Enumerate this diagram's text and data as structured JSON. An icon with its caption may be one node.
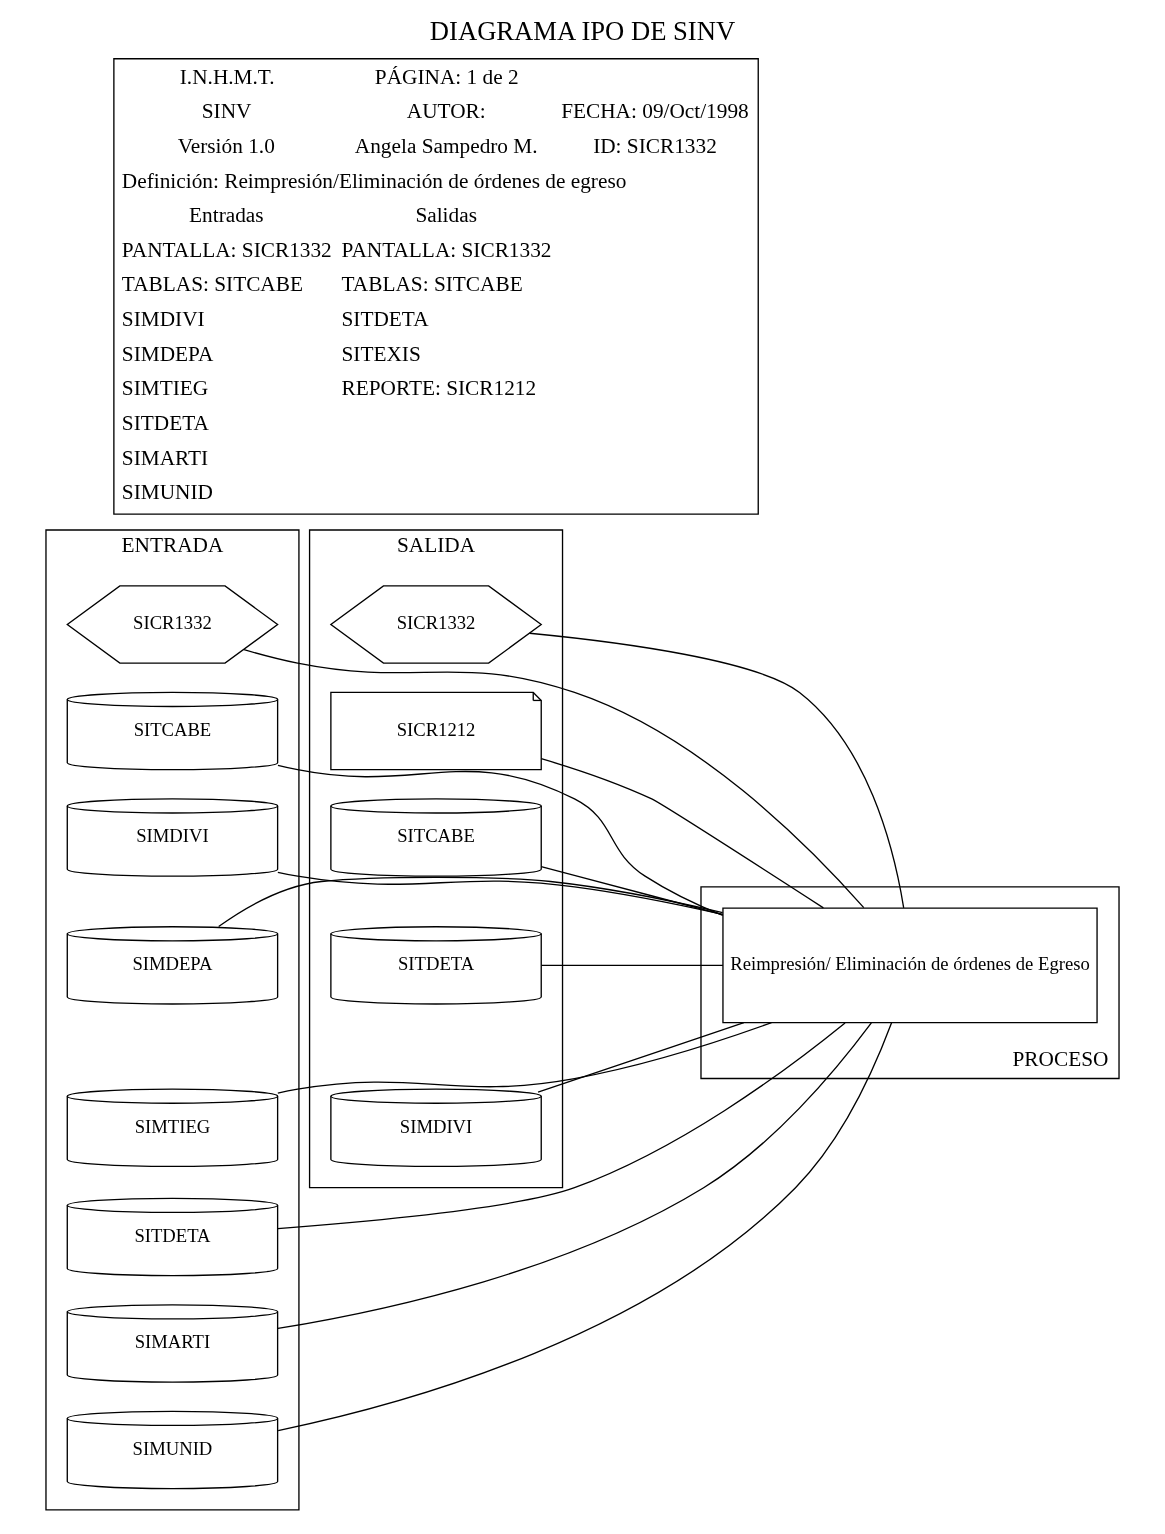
{
  "diagram": {
    "title": "DIAGRAMA IPO DE SINV",
    "nodes": [
      {
        "text": [
          "ENTRADA"
        ]
      },
      {
        "text": [
          "PROCESO"
        ]
      },
      {
        "text": [
          "SALIDA"
        ]
      },
      {
        "text": [
          "SICR1332"
        ],
        "in": 0
      },
      {
        "text": [
          "SITCABE"
        ],
        "in": 0
      },
      {
        "text": [
          "SIMDIVI"
        ],
        "in": 0
      },
      {
        "text": [
          "SIMDEPA"
        ],
        "in": 0
      },
      {
        "text": [
          "SIMTIEG"
        ],
        "in": 0
      },
      {
        "text": [
          "SITDETA"
        ],
        "in": 0
      },
      {
        "text": [
          "SIMARTI"
        ],
        "in": 0
      },
      {
        "text": [
          "SIMUNID"
        ],
        "in": 0
      },
      {
        "text": [
          "Reimpresión/ Eliminación de órdenes de Egreso"
        ],
        "in": 1
      },
      {
        "text": [
          "SICR1332"
        ],
        "in": 2
      },
      {
        "text": [
          "SICR1212"
        ],
        "in": 2
      },
      {
        "text": [
          "SITCABE"
        ],
        "in": 2
      },
      {
        "text": [
          "SITDETA"
        ],
        "in": 2
      },
      {
        "text": [
          "SIMDIVI"
        ],
        "in": 2
      }
    ],
    "edges": [
      {
        "from": 3,
        "to": 11,
        "arrow": "none"
      },
      {
        "from": 4,
        "to": 11,
        "arrow": "none"
      },
      {
        "from": 5,
        "to": 11,
        "arrow": "none"
      },
      {
        "from": 6,
        "to": 11,
        "arrow": "none"
      },
      {
        "from": 7,
        "to": 11,
        "arrow": "none"
      },
      {
        "from": 8,
        "to": 11,
        "arrow": "none"
      },
      {
        "from": 9,
        "to": 11,
        "arrow": "none"
      },
      {
        "from": 10,
        "to": 11,
        "arrow": "none"
      },
      {
        "from": 11,
        "to": 12,
        "arrow": "none"
      },
      {
        "from": 11,
        "to": 13,
        "arrow": "none"
      },
      {
        "from": 11,
        "to": 14,
        "arrow": "none"
      },
      {
        "from": 11,
        "to": 15,
        "arrow": "none"
      },
      {
        "from": 11,
        "to": 16,
        "arrow": "none"
      }
    ],
    "labels": [
      "I.N.H.M.T.",
      "PÁGINA: 1 de 2",
      "SINV",
      "AUTOR:",
      "FECHA: 09/Oct/1998",
      "Versión 1.0",
      "Angela Sampedro M.",
      "ID: SICR1332",
      "Definición: Reimpresión/Eliminación de órdenes de egreso",
      "Entradas",
      "Salidas",
      "PANTALLA: SICR1332",
      "PANTALLA: SICR1332",
      "TABLAS: SITCABE",
      "TABLAS: SITCABE",
      "SIMDIVI",
      "SITDETA",
      "SIMDEPA",
      "SITEXIS",
      "SIMTIEG",
      "REPORTE: SICR1212",
      "SITDETA",
      "SIMARTI",
      "SIMUNID"
    ]
  }
}
